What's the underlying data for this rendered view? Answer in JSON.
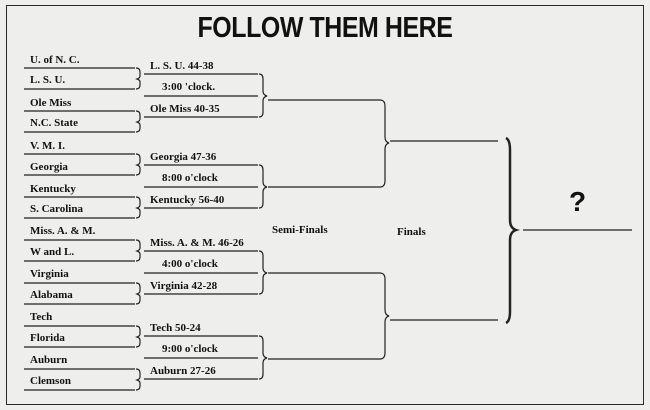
{
  "title": "FOLLOW THEM HERE",
  "teams": [
    "U. of N. C.",
    "L. S. U.",
    "Ole Miss",
    "N.C. State",
    "V. M. I.",
    "Georgia",
    "Kentucky",
    "S. Carolina",
    "Miss. A. & M.",
    "W and L.",
    "Virginia",
    "Alabama",
    "Tech",
    "Florida",
    "Auburn",
    "Clemson"
  ],
  "round1": [
    {
      "result": "L. S. U. 44-38",
      "time": "3:00 'clock."
    },
    {
      "result": "Ole Miss 40-35"
    },
    {
      "result": "Georgia 47-36",
      "time": "8:00 o'clock"
    },
    {
      "result": "Kentucky 56-40"
    },
    {
      "result": "Miss. A. & M. 46-26",
      "time": "4:00 o'clock"
    },
    {
      "result": "Virginia 42-28"
    },
    {
      "result": "Tech 50-24",
      "time": "9:00 o'clock"
    },
    {
      "result": "Auburn 27-26"
    }
  ],
  "semi_label": "Semi-Finals",
  "finals_label": "Finals",
  "champion": "?"
}
